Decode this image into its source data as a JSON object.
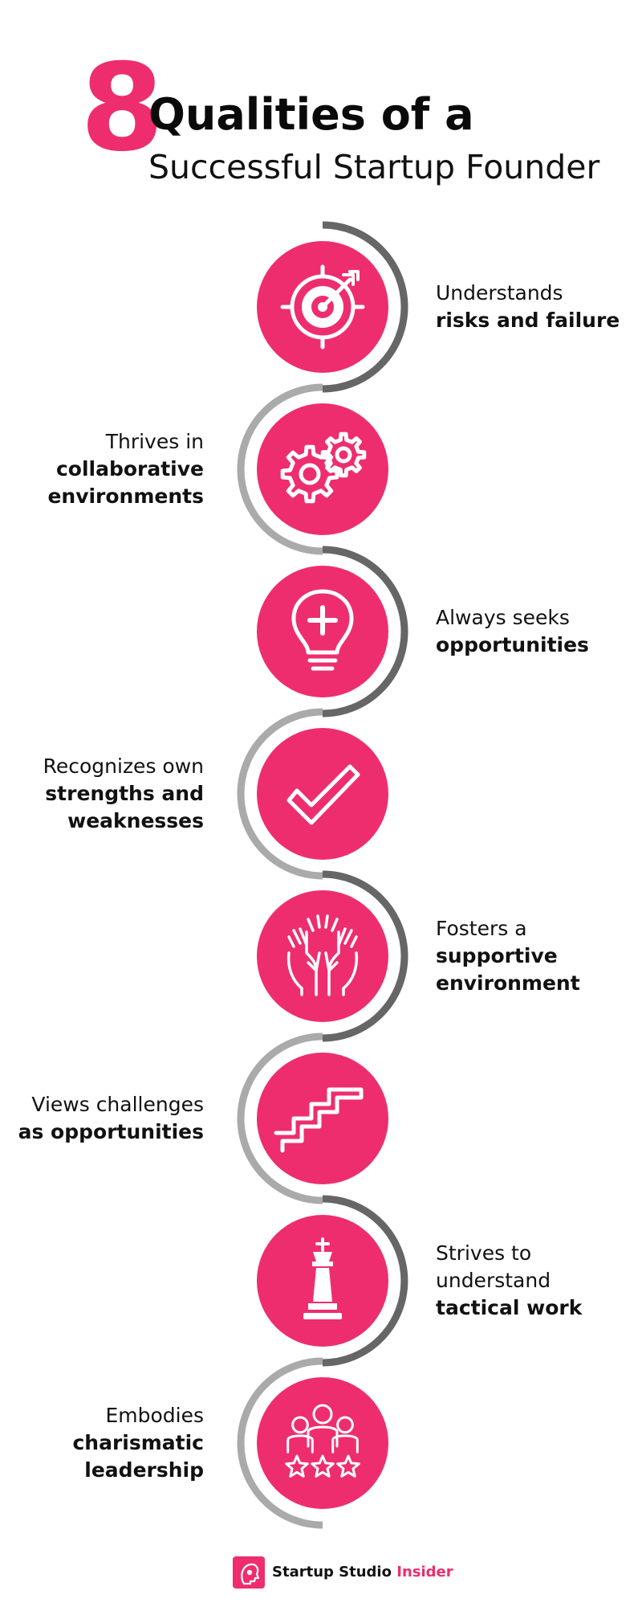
{
  "title": {
    "number": "8",
    "line1": "Qualities of a",
    "line2": "Successful Startup Founder"
  },
  "colors": {
    "accent": "#ee2d6f",
    "arc_dark": "#666666",
    "arc_light": "#aaaaaa",
    "text": "#111111"
  },
  "items": [
    {
      "icon": "target-arrow-icon",
      "side": "right",
      "text_plain": "Understands",
      "text_bold": "risks and failure"
    },
    {
      "icon": "gears-icon",
      "side": "left",
      "text_plain": "Thrives in",
      "text_bold": "collaborative environments"
    },
    {
      "icon": "lightbulb-plus-icon",
      "side": "right",
      "text_plain": "Always seeks",
      "text_bold": "opportunities"
    },
    {
      "icon": "checkmark-icon",
      "side": "left",
      "text_plain": "Recognizes own",
      "text_bold": "strengths and weaknesses"
    },
    {
      "icon": "raised-hands-icon",
      "side": "right",
      "text_plain": "Fosters a",
      "text_bold": "supportive environment"
    },
    {
      "icon": "stairs-icon",
      "side": "left",
      "text_plain": "Views challenges",
      "text_bold": "as opportunities"
    },
    {
      "icon": "chess-king-icon",
      "side": "right",
      "text_plain": "Strives to understand",
      "text_bold": "tactical work"
    },
    {
      "icon": "team-stars-icon",
      "side": "left",
      "text_plain": "Embodies",
      "text_bold": "charismatic leadership"
    }
  ],
  "footer": {
    "brand": "Startup Studio",
    "brand_accent": "Insider"
  }
}
